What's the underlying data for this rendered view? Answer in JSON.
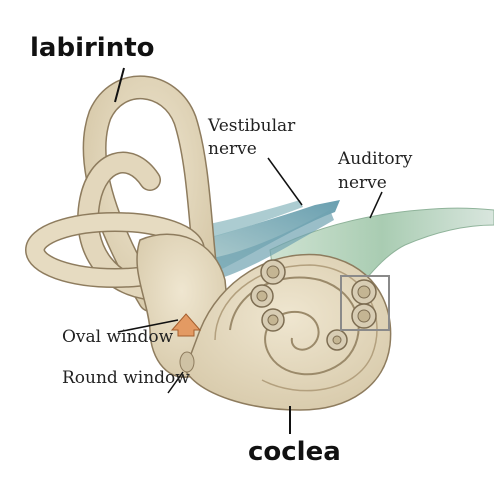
{
  "labels": {
    "labirinto": "labirinto",
    "vestibular_nerve_line1": "Vestibular",
    "vestibular_nerve_line2": "nerve",
    "auditory_nerve_line1": "Auditory",
    "auditory_nerve_line2": "nerve",
    "oval_window": "Oval window",
    "round_window": "Round window",
    "coclea": "coclea"
  },
  "colors": {
    "bone": "#e7dcc2",
    "bone_dark": "#b9a684",
    "bone_outline": "#8e7c5e",
    "nerve_teal": "#7fb3b8",
    "nerve_green": "#9ec3a6",
    "nerve_blue": "#5b93a6",
    "oval_window_arrow": "#e39a63",
    "label_line": "#111111",
    "highlight_box": "#8a8a8a"
  }
}
